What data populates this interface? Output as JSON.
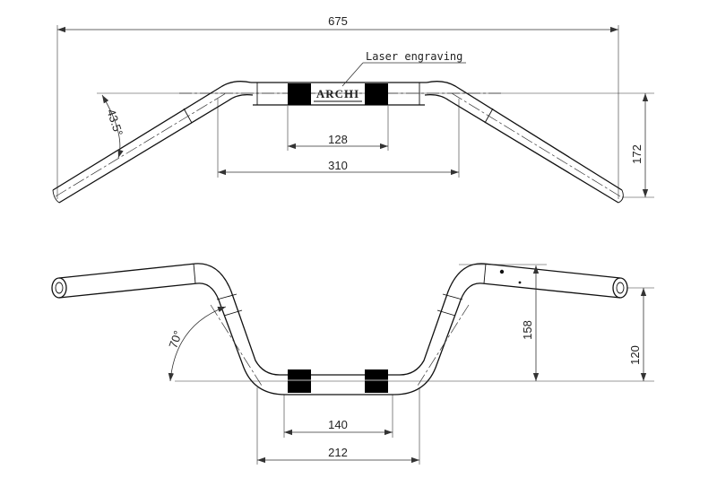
{
  "top_view": {
    "overall_width": "675",
    "center_width": "128",
    "rise_width": "310",
    "height": "172",
    "angle": "43.5°",
    "logo_text": "ARCHI",
    "laser_note": "Laser engraving"
  },
  "front_view": {
    "rise_height": "158",
    "grip_height": "120",
    "angle": "70°",
    "center_width": "140",
    "base_width": "212"
  }
}
